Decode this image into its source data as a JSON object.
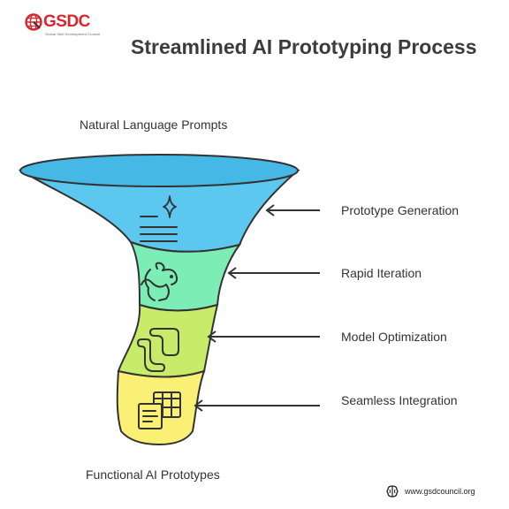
{
  "brand": {
    "name": "GSDC",
    "tagline": "Global Skill Development Council",
    "accent": "#d7262f"
  },
  "title": "Streamlined AI Prototyping Process",
  "funnel": {
    "top_label": "Natural Language Prompts",
    "bottom_label": "Functional AI Prototypes",
    "stages": [
      {
        "label": "Prototype Generation",
        "icon": "text-sparkle-icon",
        "color": "#5cc8f0"
      },
      {
        "label": "Rapid Iteration",
        "icon": "rabbit-icon",
        "color": "#7bedb5"
      },
      {
        "label": "Model Optimization",
        "icon": "fitting-icon",
        "color": "#c8ec6a"
      },
      {
        "label": "Seamless Integration",
        "icon": "table-merge-icon",
        "color": "#faf076"
      }
    ]
  },
  "footer": {
    "website": "www.gsdcouncil.org"
  }
}
